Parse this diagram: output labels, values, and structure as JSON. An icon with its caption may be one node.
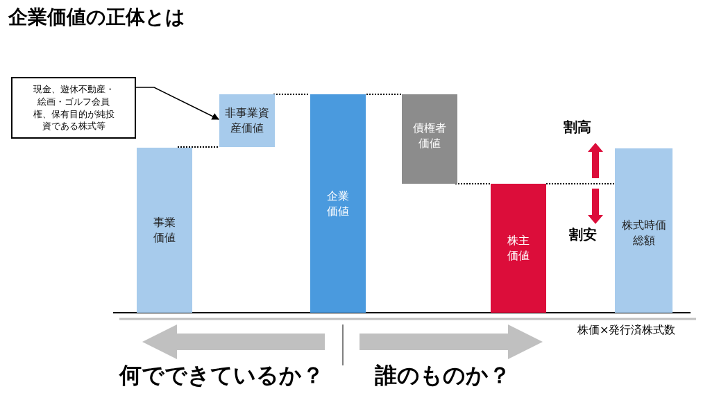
{
  "diagram": {
    "title": "企業価値の正体とは",
    "nodes": [
      {
        "text": [
          "現金、遊休不動産・絵画・ゴルフ会員権、保有目的が純投資である株式等"
        ]
      },
      {
        "text": [
          "事業価値"
        ]
      },
      {
        "text": [
          "非事業資産価値"
        ]
      },
      {
        "text": [
          "企業価値"
        ]
      },
      {
        "text": [
          "債権者価値"
        ]
      },
      {
        "text": [
          "株主価値"
        ]
      },
      {
        "text": [
          "株式時価総額"
        ]
      }
    ],
    "edges": [
      {
        "from": 0,
        "to": 2,
        "arrow": "to"
      },
      {
        "from": 1,
        "to": 2,
        "arrow": "none",
        "style": "dashed"
      },
      {
        "from": 2,
        "to": 3,
        "arrow": "none",
        "style": "dashed"
      },
      {
        "from": 3,
        "to": 4,
        "arrow": "none",
        "style": "dashed"
      },
      {
        "from": 4,
        "to": 5,
        "arrow": "none",
        "style": "dashed"
      },
      {
        "from": 5,
        "to": 6,
        "arrow": "none",
        "style": "dashed"
      }
    ],
    "labels": [
      "割高",
      "割安",
      "株価×発行済株式数",
      "何でできているか？",
      "誰のものか？"
    ]
  }
}
